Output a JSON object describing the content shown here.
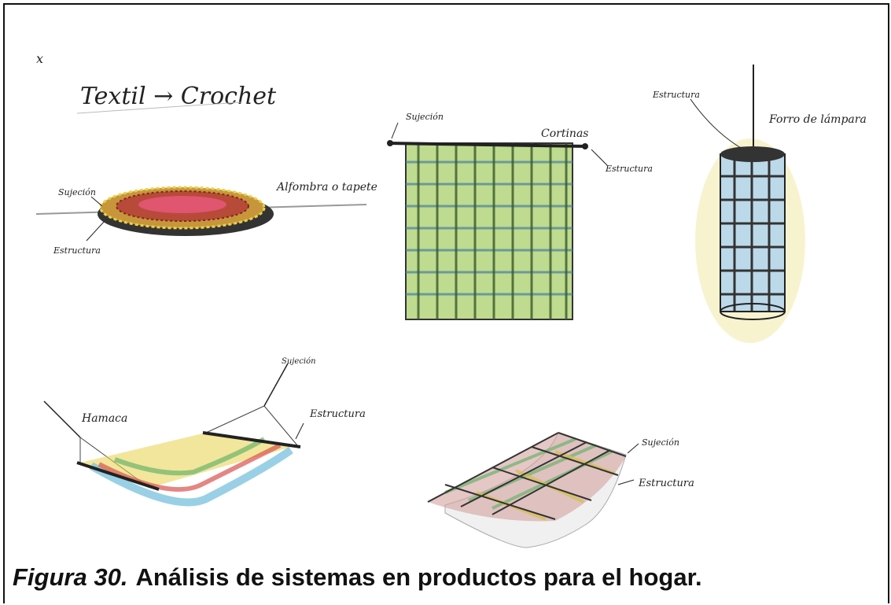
{
  "caption": {
    "figure_label": "Figura 30.",
    "text": "Análisis de sistemas en productos para el hogar."
  },
  "sketch": {
    "corner_mark": "x",
    "title": "Textil → Crochet",
    "rug": {
      "product": "Alfombra o tapete",
      "fastening": "Sujeción",
      "structure": "Estructura"
    },
    "curtain": {
      "product": "Cortinas",
      "fastening": "Sujeción",
      "structure": "Estructura"
    },
    "lamp": {
      "product": "Forro de lámpara",
      "structure": "Estructura"
    },
    "hammock": {
      "product": "Hamaca",
      "fastening": "Sujeción",
      "structure": "Estructura"
    },
    "seat": {
      "fastening": "Sujeción",
      "structure": "Estructura"
    }
  },
  "colors": {
    "ink": "#222222",
    "green": "#8fc04a",
    "blue": "#7fc4e0",
    "red": "#d9534f",
    "yellow": "#e8d24a",
    "orange": "#d98a3a"
  }
}
